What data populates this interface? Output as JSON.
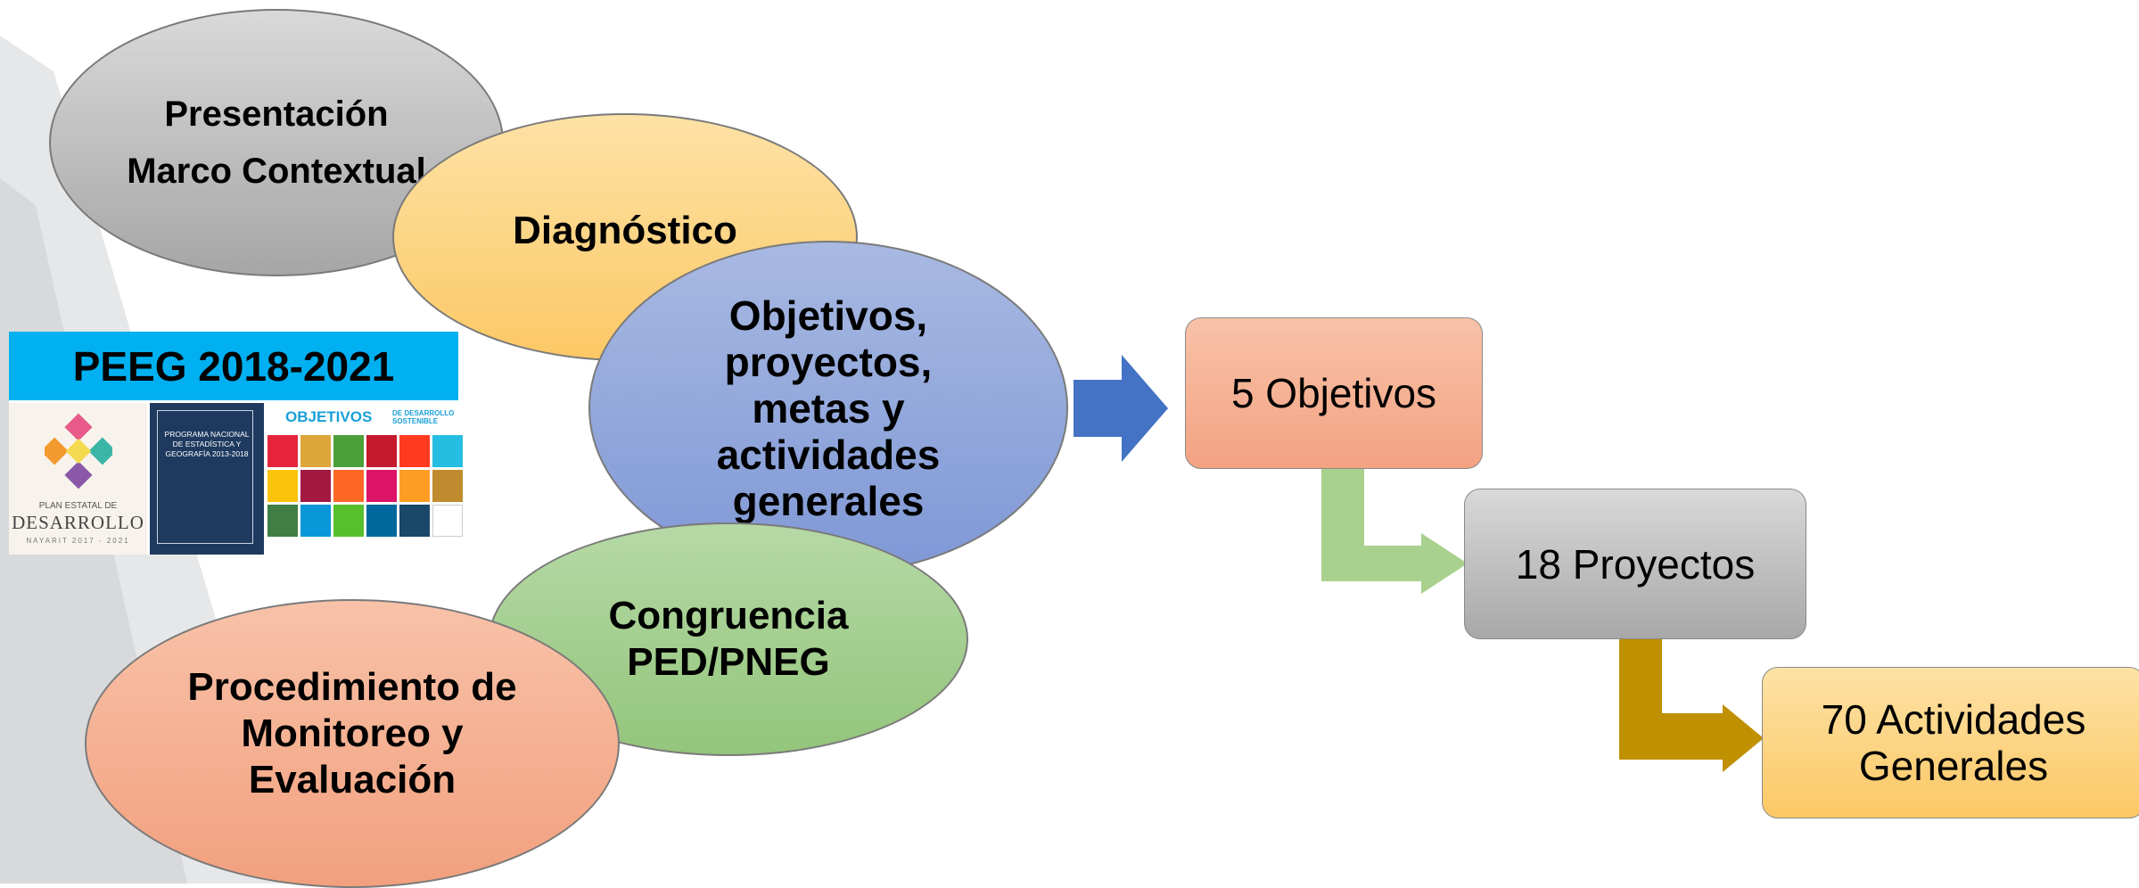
{
  "colors": {
    "grey": "#a6a6a6",
    "orange": "#fcc865",
    "blue": "#7f98d6",
    "green": "#93c57b",
    "salmon": "#f2a07e",
    "banner_blue": "#00b0f0",
    "arrow_blue": "#4472c4",
    "arrow_green": "#a9d18e",
    "arrow_gold": "#bf9000"
  },
  "ellipses": {
    "presentacion": {
      "line1": "Presentación",
      "line2": "Marco Contextual"
    },
    "diagnostico": "Diagnóstico",
    "objetivos": [
      "Objetivos,",
      "proyectos,",
      "metas y",
      "actividades",
      "generales"
    ],
    "congruencia": [
      "Congruencia",
      "PED/PNEG"
    ],
    "procedimiento": [
      "Procedimiento de",
      "Monitoreo y",
      "Evaluación"
    ]
  },
  "peeg": {
    "banner": "PEEG 2018-2021",
    "ped": {
      "line1": "PLAN ESTATAL DE",
      "line2": "DESARROLLO",
      "line3": "NAYARIT 2017 - 2021"
    },
    "pne": "PROGRAMA NACIONAL DE ESTADÍSTICA Y GEOGRAFÍA 2013-2018",
    "ods": {
      "title": "OBJETIVOS",
      "subtitle": "DE DESARROLLO SOSTENIBLE"
    }
  },
  "hierarchy": {
    "objetivos": "5 Objetivos",
    "proyectos": "18 Proyectos",
    "actividades": [
      "70 Actividades",
      "Generales"
    ]
  },
  "icons": [
    "right-arrow-icon",
    "bent-arrow-icon",
    "ped-logo-icon"
  ]
}
